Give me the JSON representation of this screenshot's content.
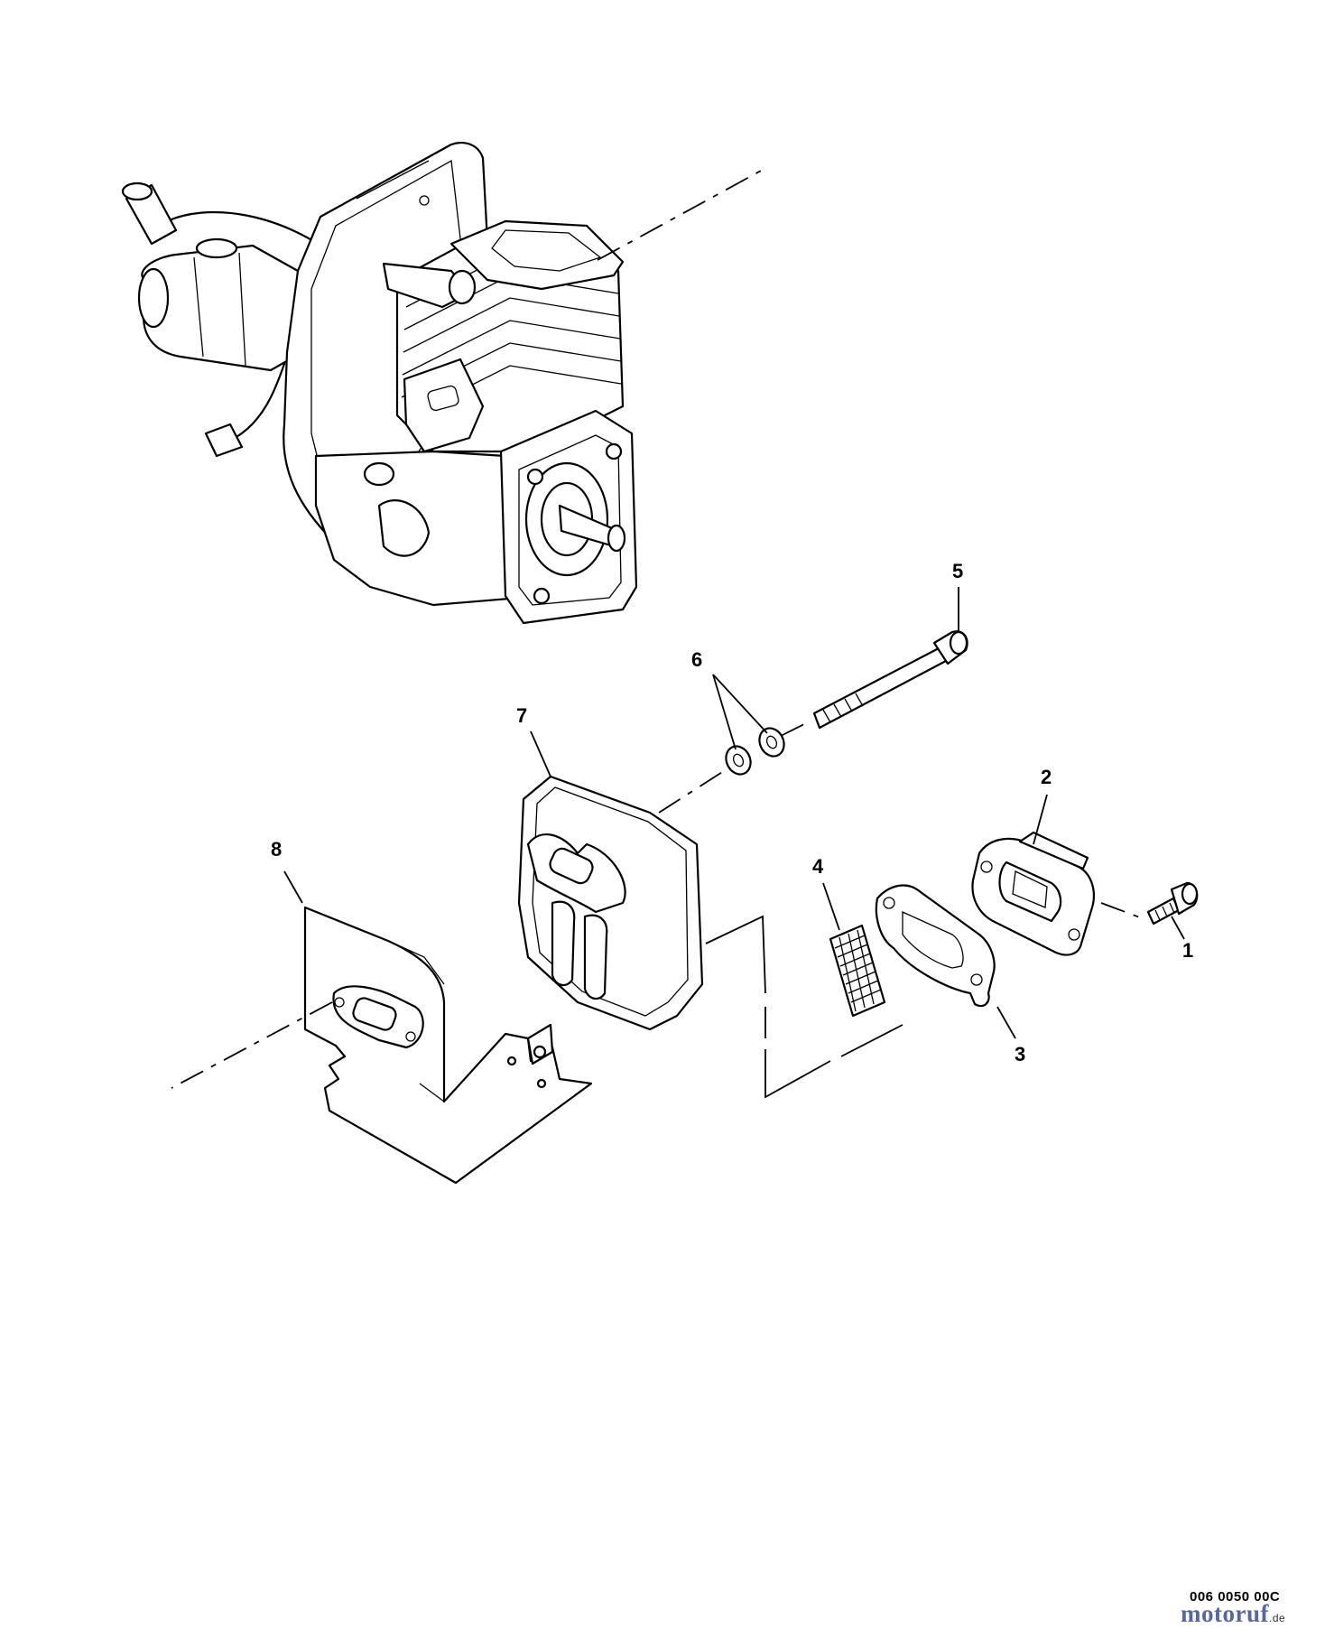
{
  "callouts": [
    {
      "id": "1",
      "label": "1"
    },
    {
      "id": "2",
      "label": "2"
    },
    {
      "id": "3",
      "label": "3"
    },
    {
      "id": "4",
      "label": "4"
    },
    {
      "id": "5",
      "label": "5"
    },
    {
      "id": "6",
      "label": "6"
    },
    {
      "id": "7",
      "label": "7"
    },
    {
      "id": "8",
      "label": "8"
    }
  ],
  "drawing_number": "006 0050 00C",
  "watermark": {
    "brand": "motoruf",
    "tld": ".de"
  }
}
